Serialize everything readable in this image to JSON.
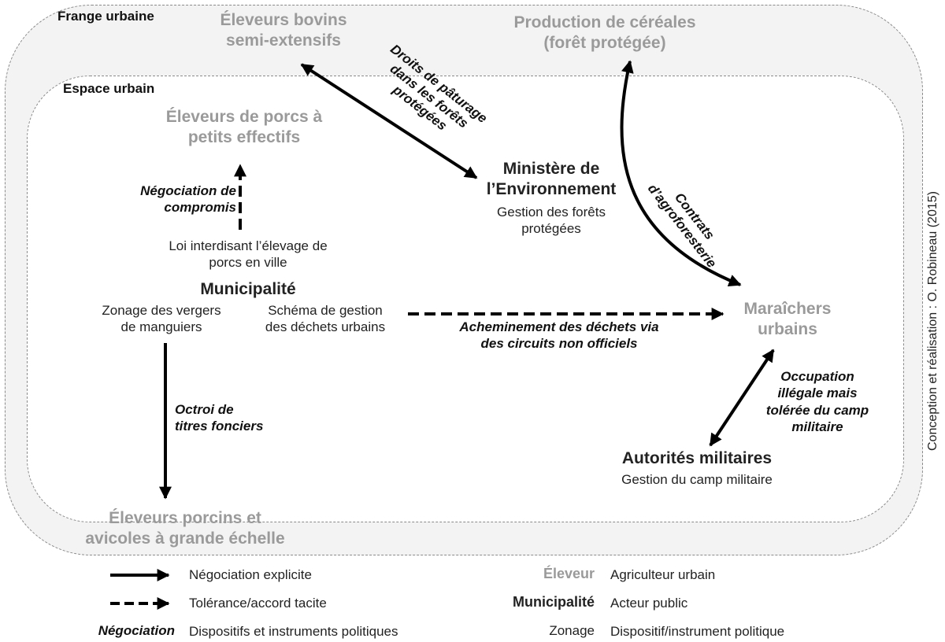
{
  "zones": {
    "fringe": "Frange urbaine",
    "urban": "Espace urbain"
  },
  "farmers": {
    "cattle": [
      "Éleveurs bovins",
      "semi-extensifs"
    ],
    "cereals": [
      "Production de céréales",
      "(forêt protégée)"
    ],
    "small_pigs": [
      "Éleveurs de porcs à",
      "petits effectifs"
    ],
    "market_gardeners": [
      "Maraîchers",
      "urbains"
    ],
    "large_scale": [
      "Éleveurs porcins et",
      "avicoles à grande échelle"
    ]
  },
  "public_actors": {
    "ministry": {
      "name": [
        "Ministère de",
        "l’Environnement"
      ],
      "instrument": [
        "Gestion des forêts",
        "protégées"
      ]
    },
    "municipality": {
      "name": "Municipalité",
      "law": [
        "Loi interdisant l’élevage de",
        "porcs en ville"
      ],
      "zoning": [
        "Zonage des vergers",
        "de manguiers"
      ],
      "waste_plan": [
        "Schéma de gestion",
        "des déchets urbains"
      ]
    },
    "military": {
      "name": "Autorités militaires",
      "instrument": "Gestion du camp militaire"
    }
  },
  "negotiations": {
    "compromise": [
      "Négociation de",
      "compromis"
    ],
    "grazing": [
      "Droits de pâturage",
      "dans les forêts",
      "protégées"
    ],
    "agroforestry": [
      "Contrats",
      "d’agroforesterie"
    ],
    "waste": [
      "Acheminement des déchets via",
      "des circuits non officiels"
    ],
    "land_titles": [
      "Octroi de",
      "titres fonciers"
    ],
    "occupation": [
      "Occupation",
      "illégale mais",
      "tolérée du camp",
      "militaire"
    ]
  },
  "legend": {
    "solid": "Négociation explicite",
    "dashed": "Tolérance/accord tacite",
    "policy_example": "Négociation",
    "policy_label": "Dispositifs et instruments politiques",
    "farmer_example": "Éleveur",
    "farmer_label": "Agriculteur urbain",
    "public_example": "Municipalité",
    "public_label": "Acteur public",
    "instrument_example": "Zonage",
    "instrument_label": "Dispositif/instrument politique"
  },
  "credit": "Conception et réalisation : O. Robineau (2015)",
  "colors": {
    "farmer_text": "#9a9a9a",
    "public_text": "#222222",
    "arrow": "#000000",
    "fringe_fill": "#f3f3f3",
    "urban_fill": "#ffffff"
  }
}
